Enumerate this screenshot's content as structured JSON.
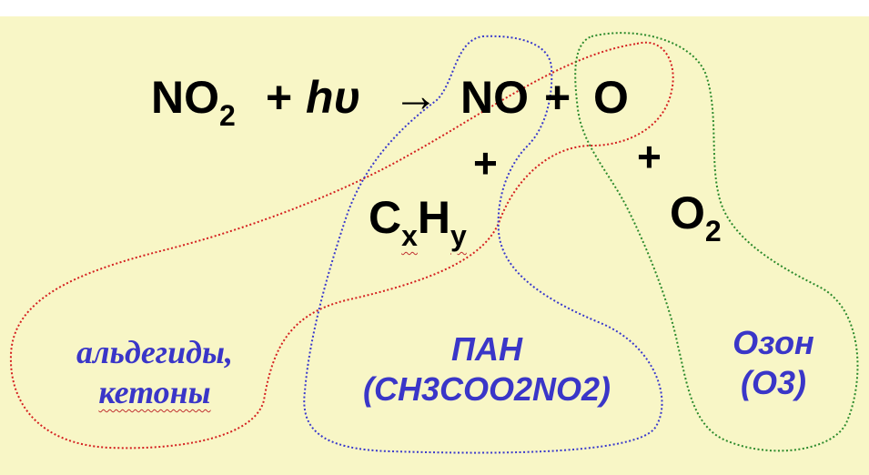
{
  "equation": {
    "no2": "NO",
    "no2_sub": "2",
    "plus": "+",
    "hv": "hυ",
    "arrow": "→",
    "no": "NO",
    "o": "O"
  },
  "reactants": {
    "plus_left": "+",
    "plus_right": "+",
    "c": "C",
    "x": "x",
    "h": "H",
    "y": "y",
    "o2": "O",
    "o2_sub": "2"
  },
  "groups": {
    "aldehydes_line1": "альдегиды,",
    "aldehydes_line2": "кетоны",
    "pan_line1": "ПАН",
    "pan_line2": "(CH3COO2NO2)",
    "ozone_line1": "Озон",
    "ozone_line2": "(O3)"
  },
  "colors": {
    "red_loop": "#d42020",
    "blue_loop": "#3a3acc",
    "green_loop": "#2c8a2c",
    "label": "#3a36c8",
    "background": "#f8f6c6"
  }
}
